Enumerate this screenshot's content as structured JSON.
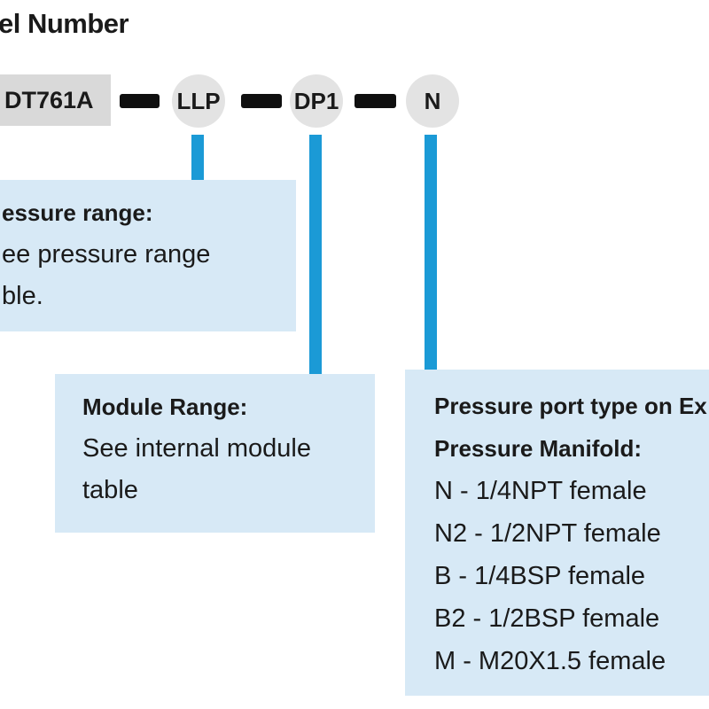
{
  "title": "el Number",
  "chain": {
    "model_code": "DT761A",
    "nodes": [
      {
        "id": "pressure-range-code",
        "label": "LLP"
      },
      {
        "id": "module-range-code",
        "label": "DP1"
      },
      {
        "id": "port-type-code",
        "label": "N"
      }
    ]
  },
  "callouts": {
    "pressure_range": {
      "heading": "essure range:",
      "lines": [
        "ee pressure range",
        "ble."
      ]
    },
    "module_range": {
      "heading": "Module Range:",
      "lines": [
        "See internal module",
        "table"
      ]
    },
    "pressure_port": {
      "heading_lines": [
        "Pressure port type on Ex",
        "Pressure Manifold:"
      ],
      "options": [
        "N - 1/4NPT female",
        "N2 - 1/2NPT female",
        "B - 1/4BSP female",
        "B2 - 1/2BSP female",
        "M - M20X1.5 female"
      ]
    }
  },
  "colors": {
    "connector_blue": "#1b9ad6",
    "callout_fill": "#d7e9f6",
    "node_fill": "#e3e3e3",
    "model_box_fill": "#d9d9d9",
    "text": "#1a1a1a"
  }
}
